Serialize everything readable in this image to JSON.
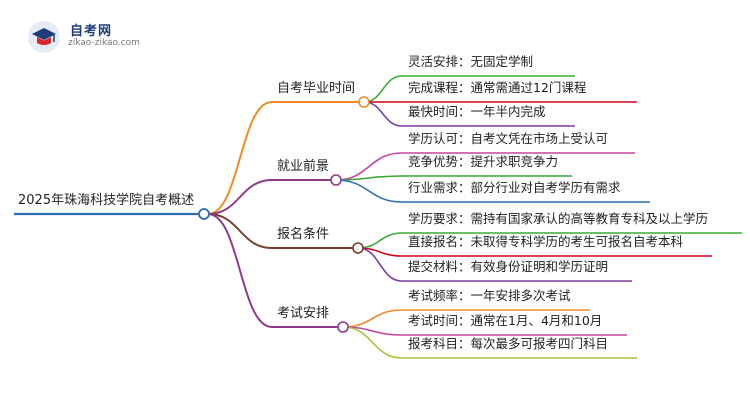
{
  "logo": {
    "title": "自考网",
    "subtitle": "zikao-zikao.com"
  },
  "root": "2025年珠海科技学院自考概述",
  "branches": [
    {
      "label": "自考毕业时间",
      "leaves": [
        "灵活安排：无固定学制",
        "完成课程：通常需通过12门课程",
        "最快时间：一年半内完成"
      ]
    },
    {
      "label": "就业前景",
      "leaves": [
        "学历认可：自考文凭在市场上受认可",
        "竞争优势：提升求职竞争力",
        "行业需求：部分行业对自考学历有需求"
      ]
    },
    {
      "label": "报名条件",
      "leaves": [
        "学历要求：需持有国家承认的高等教育专科及以上学历",
        "直接报名：未取得专科学历的考生可报名自考本科",
        "提交材料：有效身份证明和学历证明"
      ]
    },
    {
      "label": "考试安排",
      "leaves": [
        "考试频率：一年安排多次考试",
        "考试时间：通常在1月、4月和10月",
        "报考科目：每次最多可报考四门科目"
      ]
    }
  ],
  "colors": {
    "root_underline": "#2e6db4",
    "branches": [
      "#f08a24",
      "#8e3a8c",
      "#7a3e2a",
      "#8e3a8c"
    ],
    "leaves": [
      [
        "#3aaa35",
        "#d0021b",
        "#7b3fa0"
      ],
      [
        "#c2439f",
        "#3aaa35",
        "#2e6db4"
      ],
      [
        "#3aaa35",
        "#d0021b",
        "#7b3fa0"
      ],
      [
        "#f08a24",
        "#c2439f",
        "#a7c43a"
      ]
    ]
  }
}
